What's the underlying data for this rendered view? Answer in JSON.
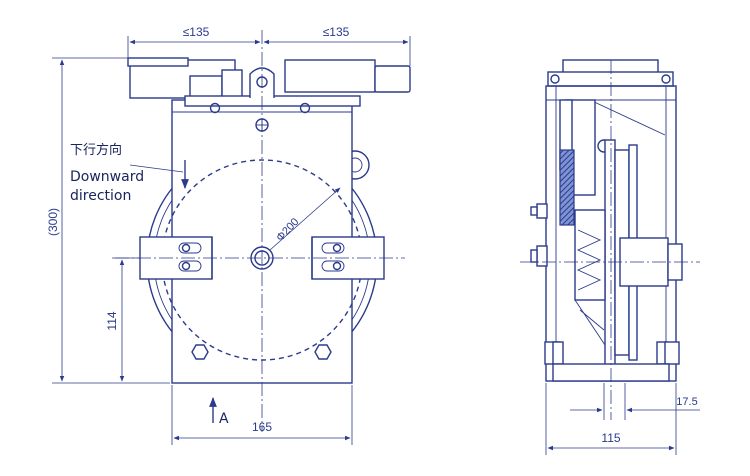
{
  "labels": {
    "dim_top_left": "≤135",
    "dim_top_right": "≤135",
    "dim_height": "(300)",
    "dim_center_height": "114",
    "dim_width_front": "165",
    "dim_diameter": "Φ200",
    "dim_width_side": "115",
    "dim_offset_side": "17.5",
    "direction_cn": "下行方向",
    "direction_en_1": "Downward",
    "direction_en_2": "direction",
    "view_marker": "A"
  },
  "colors": {
    "line": "#2b3a8c",
    "text": "#1a2560",
    "shade": "#3d56a6"
  }
}
